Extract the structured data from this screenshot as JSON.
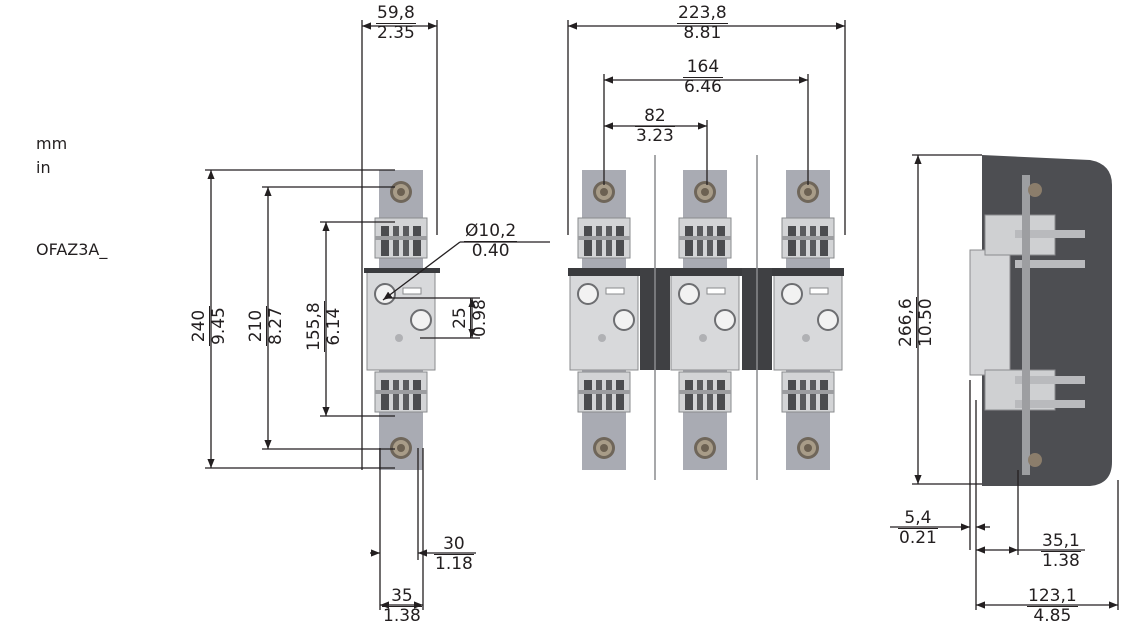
{
  "units": {
    "primary": "mm",
    "secondary": "in"
  },
  "model": "OFAZ3A_",
  "dimensions": {
    "width_single": {
      "mm": "59,8",
      "in": "2.35"
    },
    "width_total": {
      "mm": "223,8",
      "in": "8.81"
    },
    "pitch_double": {
      "mm": "164",
      "in": "6.46"
    },
    "pitch_single": {
      "mm": "82",
      "in": "3.23"
    },
    "hole_diameter": {
      "mm": "Ø10,2",
      "in": "0.40"
    },
    "hole_offset": {
      "mm": "25",
      "in": "0.98"
    },
    "height_total": {
      "mm": "240",
      "in": "9.45"
    },
    "height_terminal": {
      "mm": "210",
      "in": "8.27"
    },
    "height_mount": {
      "mm": "155,8",
      "in": "6.14"
    },
    "height_side": {
      "mm": "266,6",
      "in": "10.50"
    },
    "terminal_width": {
      "mm": "30",
      "in": "1.18"
    },
    "mount_width": {
      "mm": "35",
      "in": "1.38"
    },
    "side_offset_small": {
      "mm": "5,4",
      "in": "0.21"
    },
    "side_offset_mid": {
      "mm": "35,1",
      "in": "1.38"
    },
    "side_depth": {
      "mm": "123,1",
      "in": "4.85"
    }
  },
  "colors": {
    "line": "#231f20",
    "busbar": "#a9abb3",
    "body": "#c9c9c9",
    "dark": "#3f4043",
    "bolt": "#8b7d6b"
  }
}
